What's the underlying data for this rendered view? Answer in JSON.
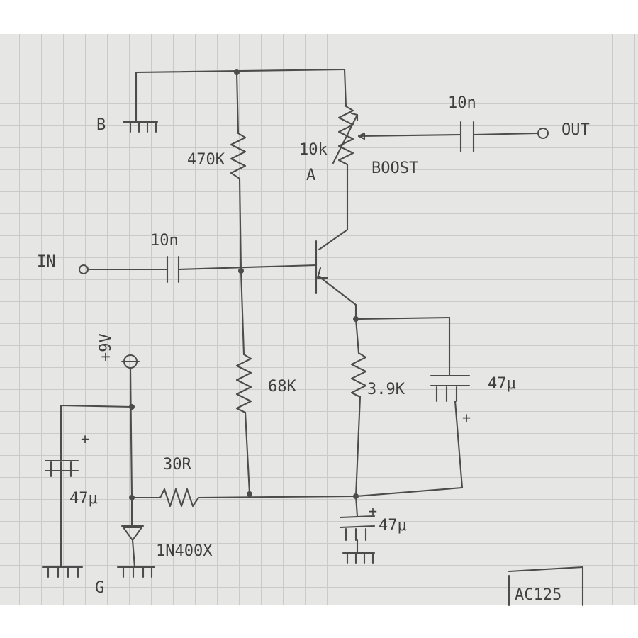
{
  "labels": {
    "b_terminal": "B",
    "g_terminal": "G",
    "r1_value": "470K",
    "pot_value": "10k",
    "pot_taper": "A",
    "pot_name": "BOOST",
    "c_out_value": "10n",
    "out_label": "OUT",
    "in_label": "IN",
    "c_in_value": "10n",
    "supply_label": "+9V",
    "r2_value": "68K",
    "r3_value": "3.9K",
    "c_emitter_value": "47μ",
    "c_emitter_polarity": "+",
    "c_supply_value": "47μ",
    "c_supply_polarity": "+",
    "r4_value": "30R",
    "c_filter_value": "47μ",
    "c_filter_polarity": "+",
    "diode_part": "1N400X",
    "transistor_part": "AC125"
  },
  "colors": {
    "pencil": "#4c4c4c",
    "paper": "#e6e6e4",
    "grid": "#c9cac9"
  }
}
